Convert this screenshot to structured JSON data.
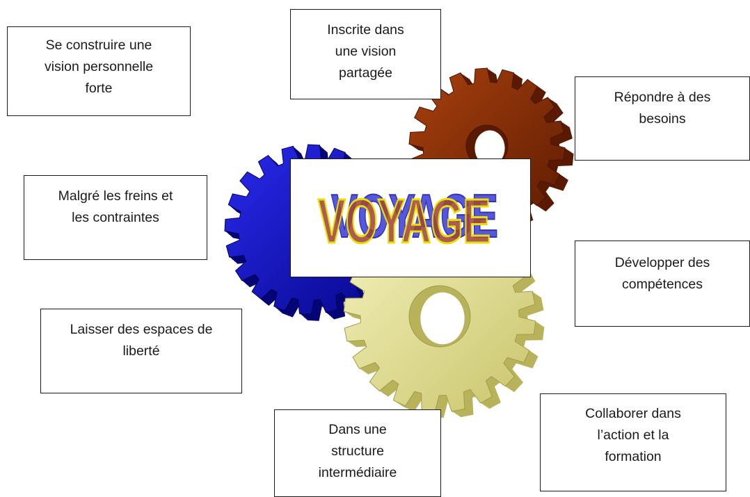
{
  "center": {
    "title": "VOYAGE"
  },
  "boxes": {
    "se_construire": [
      "Se construire une",
      "vision personnelle",
      "forte"
    ],
    "inscrite": [
      "Inscrite dans",
      "une vision",
      "partagée"
    ],
    "repondre": [
      "Répondre à des",
      "besoins"
    ],
    "malgre": [
      "Malgré les freins et",
      "les contraintes"
    ],
    "developper": [
      "Développer des",
      "compétences"
    ],
    "laisser": [
      "Laisser des espaces de",
      "liberté"
    ],
    "dans_une": [
      "Dans une",
      "structure",
      "intermédiaire"
    ],
    "collaborer": [
      "Collaborer dans",
      "l’action et la",
      "formation"
    ]
  },
  "colors": {
    "gear_blue": "#1010c8",
    "gear_brown": "#8a3008",
    "gear_yellow": "#e6e29a",
    "title_fill": "#a0463a",
    "title_outline": "#e8e000"
  }
}
